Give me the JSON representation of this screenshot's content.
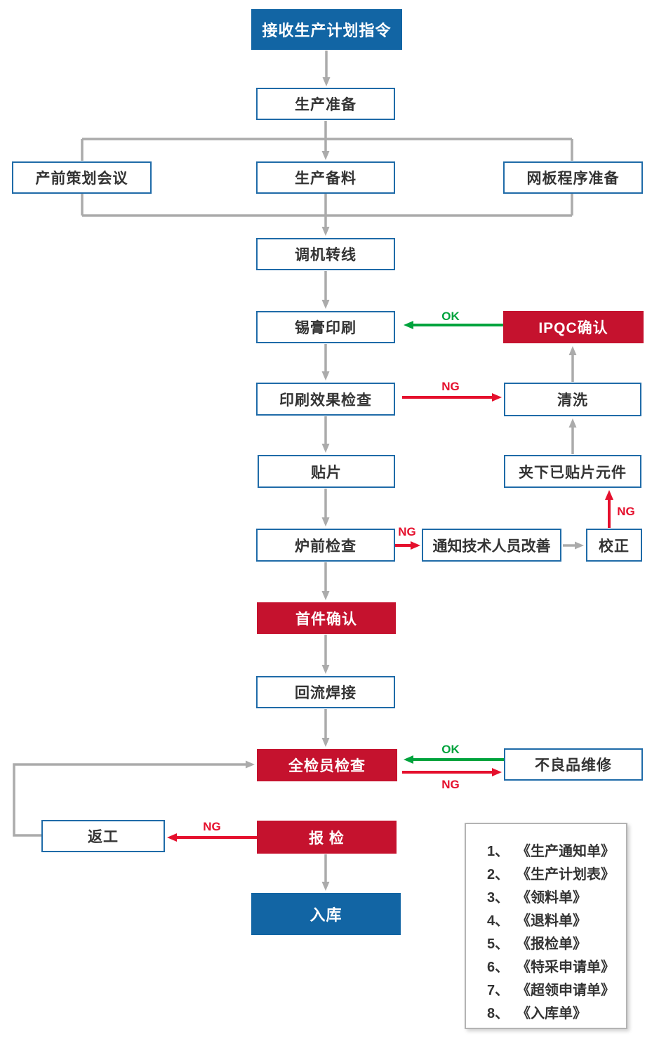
{
  "flowchart": {
    "nodes": {
      "receive_order": "接收生产计划指令",
      "production_prep": "生产准备",
      "pre_production_meeting": "产前策划会议",
      "material_prep": "生产备料",
      "stencil_program_prep": "网板程序准备",
      "machine_setup": "调机转线",
      "solder_paste_printing": "锡膏印刷",
      "ipqc_confirm": "IPQC确认",
      "print_inspection": "印刷效果检查",
      "cleaning": "清洗",
      "placement": "贴片",
      "remove_placed_components": "夹下已贴片元件",
      "pre_oven_inspection": "炉前检查",
      "notify_technician": "通知技术人员改善",
      "calibration": "校正",
      "first_article_confirm": "首件确认",
      "reflow_soldering": "回流焊接",
      "full_inspection": "全检员检查",
      "defective_repair": "不良品维修",
      "rework": "返工",
      "inspection_report": "报 检",
      "warehousing": "入库"
    },
    "edge_labels": {
      "ok_ipqc_to_printing": "OK",
      "ng_print_inspection_to_cleaning": "NG",
      "ng_pre_oven_to_notify": "NG",
      "ng_calibration_to_remove": "NG",
      "ok_repair_to_full_inspection": "OK",
      "ng_full_inspection_to_repair": "NG",
      "ng_report_to_rework": "NG"
    },
    "documents": {
      "items": [
        {
          "num": "1、",
          "title": "《生产通知单》"
        },
        {
          "num": "2、",
          "title": "《生产计划表》"
        },
        {
          "num": "3、",
          "title": "《领料单》"
        },
        {
          "num": "4、",
          "title": "《退料单》"
        },
        {
          "num": "5、",
          "title": "《报检单》"
        },
        {
          "num": "6、",
          "title": "《特采申请单》"
        },
        {
          "num": "7、",
          "title": "《超领申请单》"
        },
        {
          "num": "8、",
          "title": "《入库单》"
        }
      ]
    },
    "colors": {
      "primary_blue": "#1265a4",
      "accent_red": "#c5122e",
      "outline_border_blue": "#1f6ba8",
      "arrow_gray": "#ababab",
      "arrow_green": "#00a33d",
      "arrow_red": "#e5102d",
      "text_dark": "#333333"
    }
  }
}
